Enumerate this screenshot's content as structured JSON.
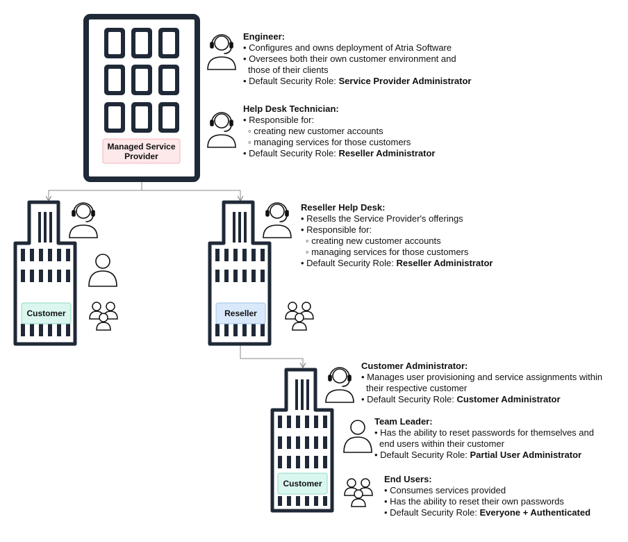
{
  "buildings": {
    "msp_label": "Managed Service Provider",
    "customer_label": "Customer",
    "reseller_label": "Reseller",
    "customer2_label": "Customer"
  },
  "colors": {
    "outline": "#1f2937",
    "msp_label_bg": "#fde8ea",
    "customer_label_bg": "#d9f7ef",
    "reseller_label_bg": "#d9e9fb",
    "connector": "#888888"
  },
  "icons": [
    "headset-agent-icon",
    "user-icon",
    "user-group-icon"
  ],
  "roles": {
    "engineer": {
      "title": "Engineer:",
      "b1": "• Configures and owns deployment of Atria Software",
      "b2": "• Oversees both their own customer environment and",
      "b2b": "those of their clients",
      "b3_prefix": "• Default Security Role: ",
      "b3_role": "Service Provider Administrator"
    },
    "helpdesk": {
      "title": "Help Desk Technician:",
      "b1": "• Responsible for:",
      "s1": "◦ creating new customer accounts",
      "s2": "◦ managing services for those customers",
      "b2_prefix": "• Default Security Role: ",
      "b2_role": "Reseller Administrator"
    },
    "reseller_helpdesk": {
      "title": "Reseller Help Desk:",
      "b1": "• Resells the Service Provider's offerings",
      "b2": "• Responsible for:",
      "s1": "◦ creating new customer accounts",
      "s2": "◦ managing services for those customers",
      "b3_prefix": "• Default Security Role: ",
      "b3_role": "Reseller Administrator"
    },
    "customer_admin": {
      "title": "Customer Administrator:",
      "b1": "• Manages user provisioning and service assignments within",
      "b1b": "their respective customer",
      "b2_prefix": "• Default Security Role: ",
      "b2_role": "Customer Administrator"
    },
    "team_leader": {
      "title": "Team Leader:",
      "b1": "• Has the ability to reset passwords for themselves and",
      "b1b": "end users within their customer",
      "b2_prefix": "• Default Security Role: ",
      "b2_role": "Partial User Administrator"
    },
    "end_users": {
      "title": "End Users:",
      "b1": "• Consumes services provided",
      "b2": "• Has the ability to reset their own passwords",
      "b3_prefix": "• Default Security Role: ",
      "b3_role": "Everyone + Authenticated"
    }
  }
}
